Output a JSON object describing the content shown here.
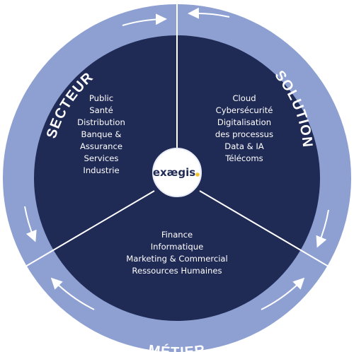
{
  "logo": {
    "text": "exægis",
    "dot_color": "#f2c230"
  },
  "ring_labels": {
    "left": "SECTEUR",
    "right": "SOLUTION",
    "bottom": "MÉTIER"
  },
  "segments": {
    "secteur": [
      "Public",
      "Santé",
      "Distribution",
      "Banque &",
      "Assurance",
      "Services",
      "Industrie"
    ],
    "solution": [
      "Cloud",
      "Cybersécurité",
      "Digitalisation",
      "des processus",
      "Data & IA",
      "Télécoms"
    ],
    "metier": [
      "Finance",
      "Informatique",
      "Marketing & Commercial",
      "Ressources Humaines"
    ]
  },
  "colors": {
    "outer_ring": "#8ea0d2",
    "inner_disc": "#1f2a55",
    "divider": "#ffffff",
    "text": "#ffffff"
  },
  "icons": {
    "arrows": "curved-arrow-icon"
  }
}
